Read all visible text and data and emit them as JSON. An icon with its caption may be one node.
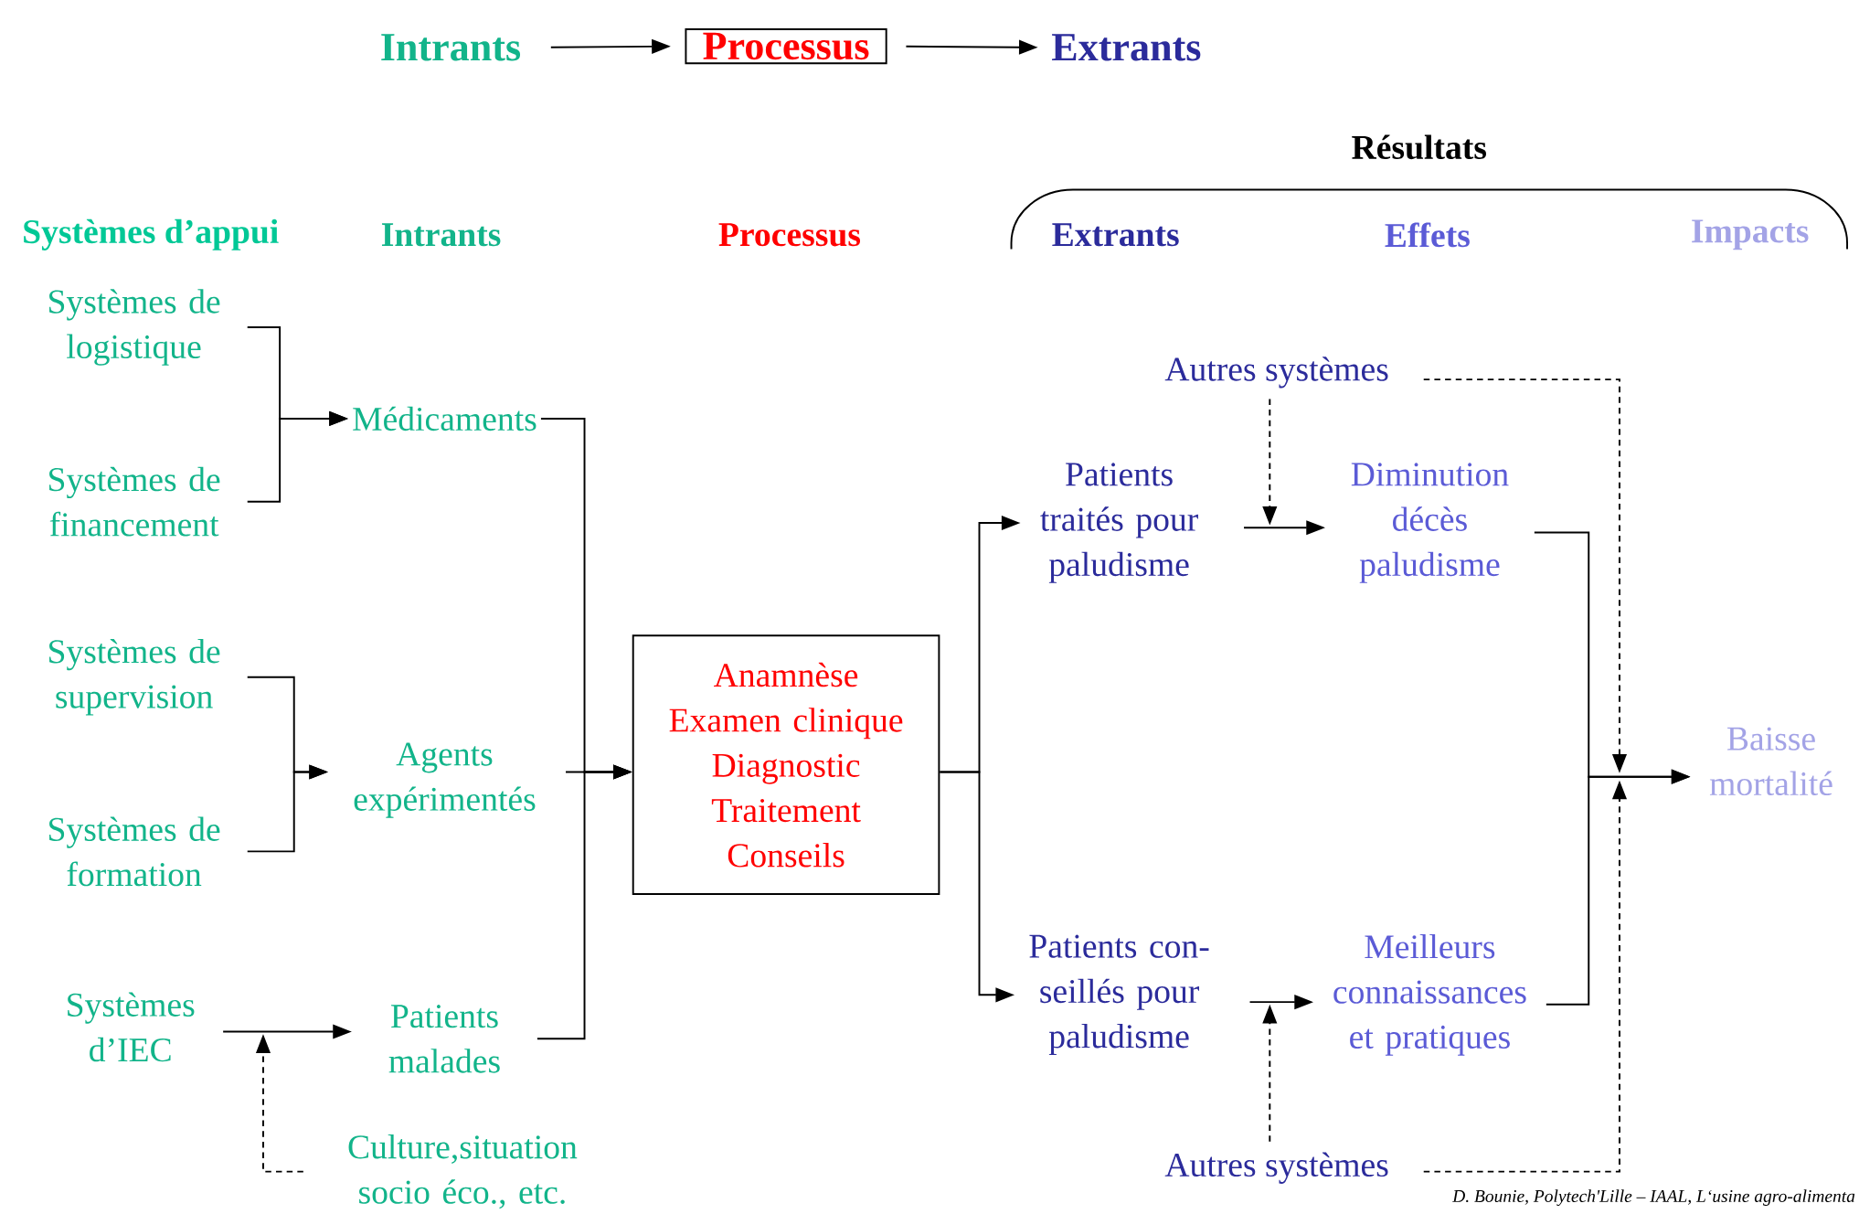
{
  "diagram": {
    "nodes": [
      {
        "text": [
          "Intrants"
        ]
      },
      {
        "text": [
          "Processus"
        ]
      },
      {
        "text": [
          "Extrants"
        ]
      },
      {
        "text": [
          "Systèmes de logistique"
        ]
      },
      {
        "text": [
          "Systèmes de financement"
        ]
      },
      {
        "text": [
          "Médicaments"
        ]
      },
      {
        "text": [
          "Systèmes de supervision"
        ]
      },
      {
        "text": [
          "Systèmes de formation"
        ]
      },
      {
        "text": [
          "Agents expérimentés"
        ]
      },
      {
        "text": [
          "Systèmes d’IEC"
        ]
      },
      {
        "text": [
          "Patients malades"
        ]
      },
      {
        "text": [
          "Culture,situation socio éco., etc."
        ]
      },
      {
        "text": [
          "Anamnèse",
          "Examen clinique",
          "Diagnostic",
          "Traitement",
          "Conseils"
        ]
      },
      {
        "text": [
          "Autres systèmes"
        ]
      },
      {
        "text": [
          "Patients traités pour paludisme"
        ]
      },
      {
        "text": [
          "Diminution décès paludisme"
        ]
      },
      {
        "text": [
          "Patients con-seillés pour paludisme"
        ]
      },
      {
        "text": [
          "Meilleurs connaissances et pratiques"
        ]
      },
      {
        "text": [
          "Baisse mortalité"
        ]
      },
      {
        "text": [
          "Autres systèmes"
        ]
      }
    ],
    "edges": [
      {
        "from": 0,
        "to": 1,
        "arrow": "to"
      },
      {
        "from": 1,
        "to": 2,
        "arrow": "to"
      },
      {
        "from": 3,
        "to": 5,
        "arrow": "to"
      },
      {
        "from": 4,
        "to": 5,
        "arrow": "to"
      },
      {
        "from": 6,
        "to": 8,
        "arrow": "to"
      },
      {
        "from": 7,
        "to": 8,
        "arrow": "to"
      },
      {
        "from": 9,
        "to": 10,
        "arrow": "to"
      },
      {
        "from": 11,
        "to": null,
        "arrow": "to",
        "style": "dashed"
      },
      {
        "from": 5,
        "to": 12,
        "arrow": "to"
      },
      {
        "from": 8,
        "to": 12,
        "arrow": "to"
      },
      {
        "from": 10,
        "to": 12,
        "arrow": "to"
      },
      {
        "from": 12,
        "to": 14,
        "arrow": "to"
      },
      {
        "from": 12,
        "to": 16,
        "arrow": "to"
      },
      {
        "from": 14,
        "to": 15,
        "arrow": "to"
      },
      {
        "from": 16,
        "to": 17,
        "arrow": "to"
      },
      {
        "from": 13,
        "to": null,
        "arrow": "to",
        "style": "dashed"
      },
      {
        "from": 19,
        "to": null,
        "arrow": "to",
        "style": "dashed"
      },
      {
        "from": 13,
        "to": null,
        "arrow": "to",
        "style": "dashed"
      },
      {
        "from": 19,
        "to": null,
        "arrow": "to",
        "style": "dashed"
      },
      {
        "from": 15,
        "to": 18,
        "arrow": "to"
      },
      {
        "from": 17,
        "to": 18,
        "arrow": "to"
      }
    ],
    "labels": [
      "Résultats",
      "Systèmes d’appui",
      "Intrants",
      "Processus",
      "Extrants",
      "Effets",
      "Impacts",
      "D. Bounie, Polytech'Lille – IAAL, L‘usine agro-alimenta"
    ]
  }
}
